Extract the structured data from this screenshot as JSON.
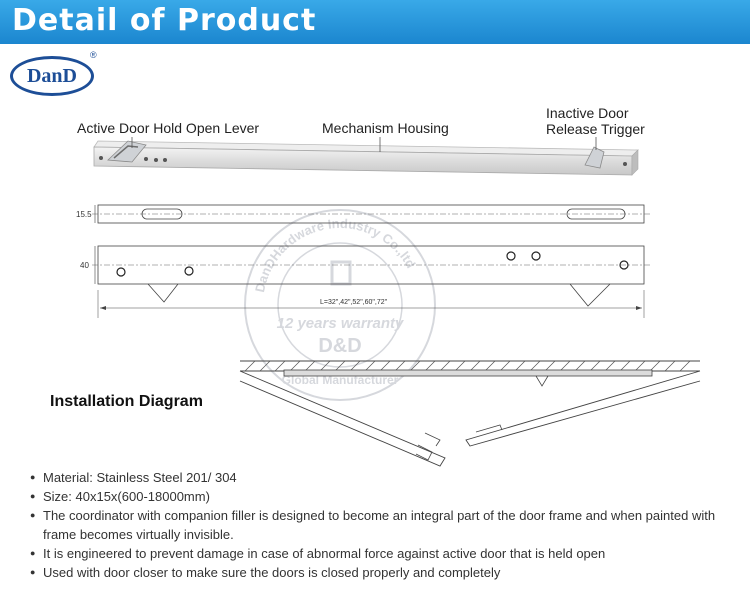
{
  "header": {
    "title": "Detail of Product"
  },
  "logo": {
    "text": "DanD",
    "registered_mark": "®"
  },
  "callouts": {
    "active_lever": "Active Door Hold Open Lever",
    "housing": "Mechanism Housing",
    "inactive_trigger_line1": "Inactive Door",
    "inactive_trigger_line2": "Release Trigger"
  },
  "drawing": {
    "dim_thickness": "15.5",
    "dim_height": "40",
    "dim_length": "L=32\",42\",52\",60\",72\""
  },
  "watermark": {
    "brand": "D&D",
    "warranty": "12 years warranty",
    "arc_text": "DanDHardware Industry Co.,ltd",
    "lower_text": "Global Manufacturer"
  },
  "installation": {
    "title": "Installation Diagram"
  },
  "features": [
    "Material: Stainless Steel 201/ 304",
    "Size: 40x15x(600-18000mm)",
    "The coordinator with companion filler is designed to become an integral part of the door frame and when painted with frame becomes virtually invisible.",
    "It is engineered to prevent damage in case of abnormal force against active door that is held open",
    "Used with door closer to make sure the doors is closed properly and completely"
  ],
  "colors": {
    "header": "#1b86cf",
    "logo": "#1d4e97",
    "watermark": "#c9ccd2"
  }
}
